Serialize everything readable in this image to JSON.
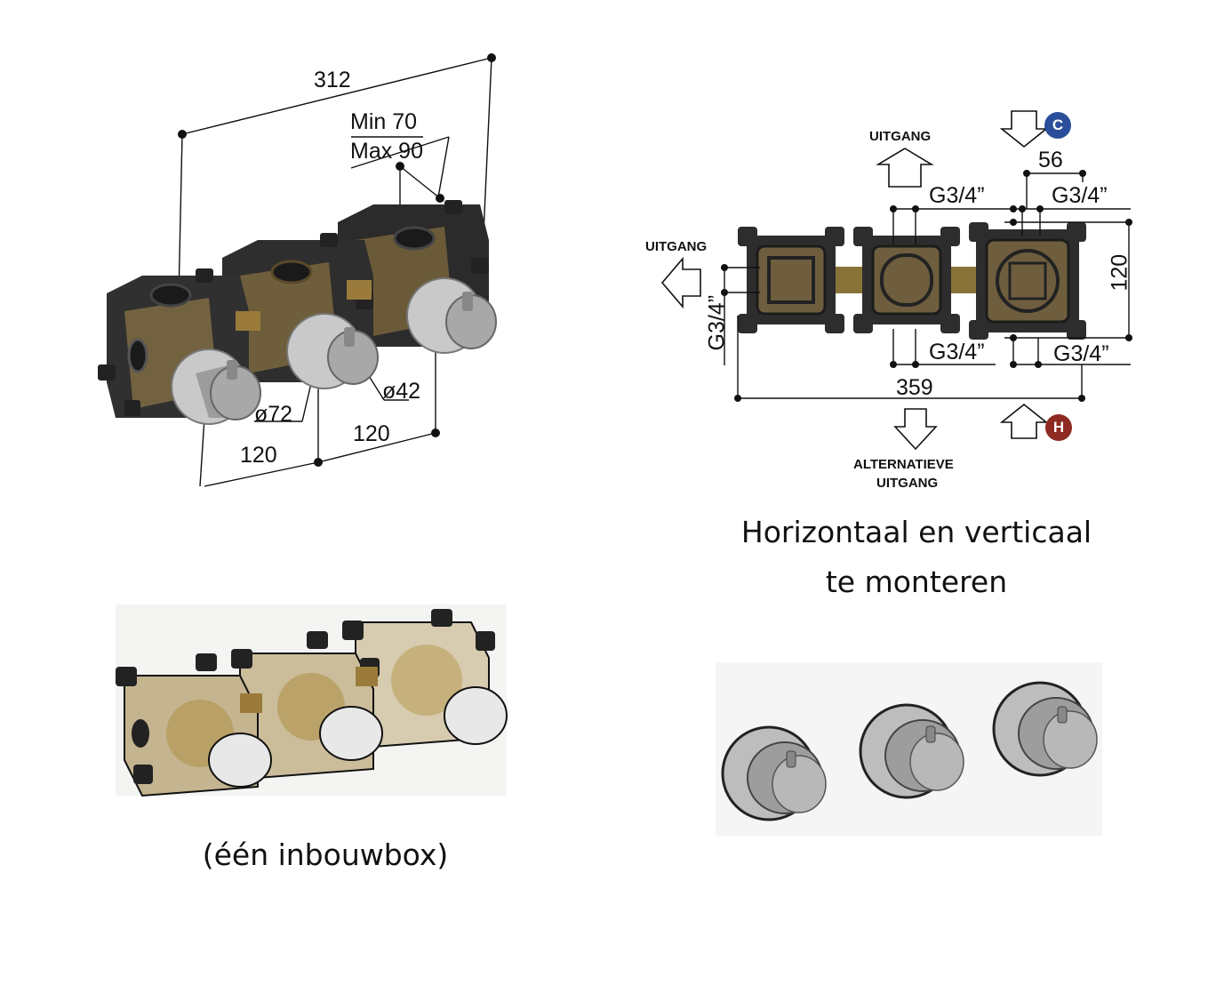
{
  "iso_drawing": {
    "dim_total": "312",
    "dim_min": "Min 70",
    "dim_max": "Max 90",
    "dim_dia_large": "ø72",
    "dim_dia_small": "ø42",
    "dim_spacing_left": "120",
    "dim_spacing_right": "120"
  },
  "front_drawing": {
    "label_outlet_top": "UITGANG",
    "label_outlet_left": "UITGANG",
    "label_alt_outlet_line1": "ALTERNATIEVE",
    "label_alt_outlet_line2": "UITGANG",
    "dim_56": "56",
    "dim_120": "120",
    "dim_359": "359",
    "thread_top_middle": "G3/4”",
    "thread_top_right": "G3/4”",
    "thread_bottom_middle": "G3/4”",
    "thread_bottom_right": "G3/4”",
    "thread_left": "G3/4”",
    "badge_cold": "C",
    "badge_hot": "H",
    "cold_color": "#2a4e9a",
    "hot_color": "#8e2a22"
  },
  "captions": {
    "mounting_line1": "Horizontaal en verticaal",
    "mounting_line2": "te monteren",
    "box_note": "(één inbouwbox)"
  }
}
